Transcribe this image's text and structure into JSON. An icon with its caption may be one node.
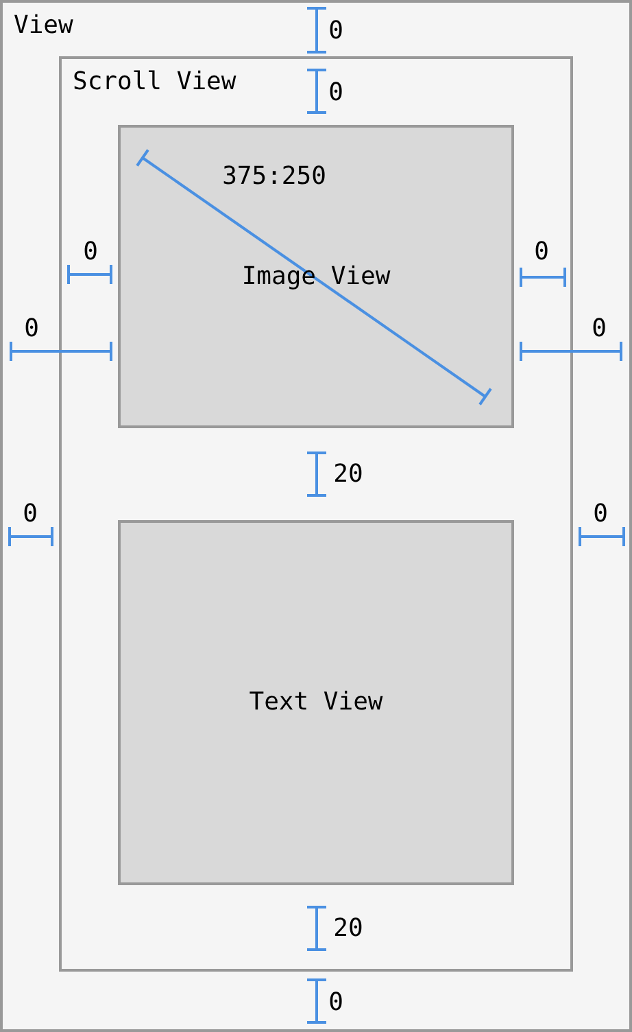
{
  "diagram": {
    "nodes": [
      {
        "text": [
          "View"
        ]
      },
      {
        "text": [
          "Scroll View"
        ],
        "in": 0
      },
      {
        "text": [
          "Image View"
        ],
        "in": 1
      },
      {
        "text": [
          "Text View"
        ],
        "in": 1
      }
    ],
    "labels": [
      "0",
      "0",
      "375:250",
      "0",
      "0",
      "0",
      "0",
      "20",
      "0",
      "0",
      "20",
      "0"
    ]
  }
}
